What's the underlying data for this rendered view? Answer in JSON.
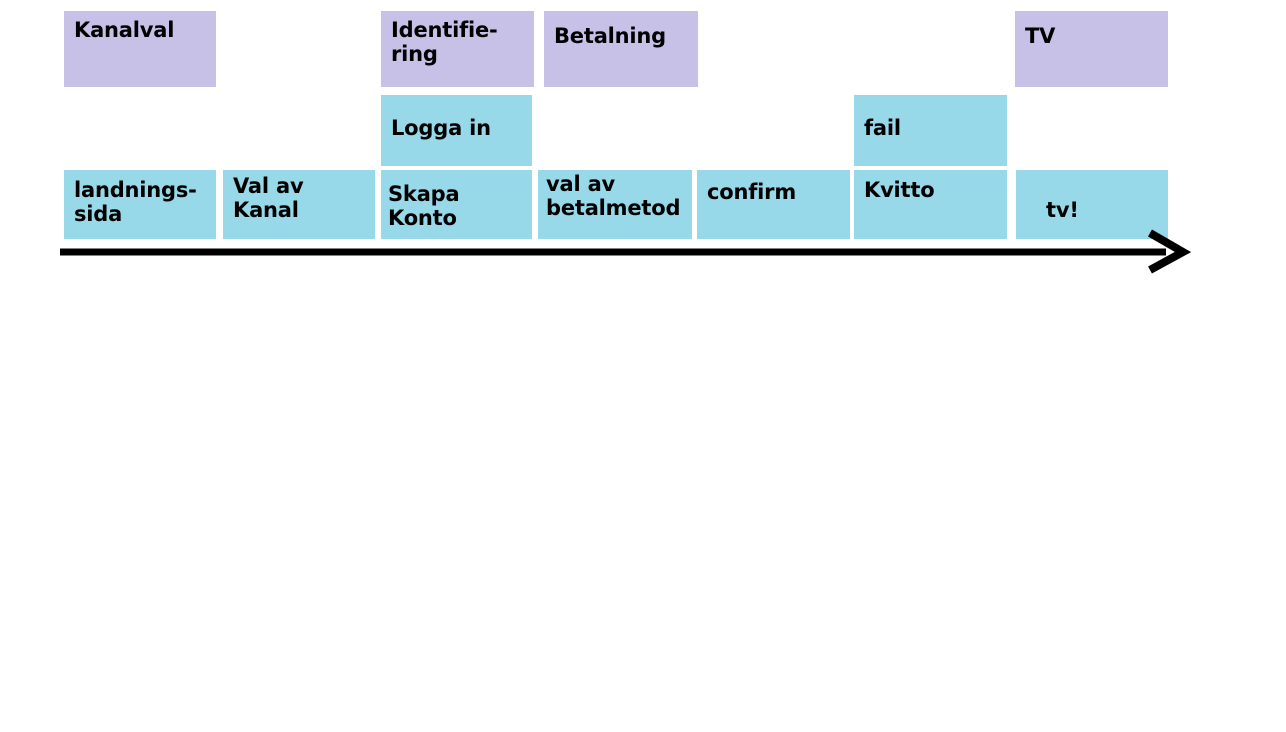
{
  "diagram": {
    "title": "Kanalval / Identifiering / Betalning / TV user journey",
    "colors": {
      "phase_fill": "#c7c1e8",
      "step_fill": "#97d8e9",
      "arrow": "#000000",
      "background": "#ffffff",
      "text": "#000000"
    },
    "phases": [
      {
        "id": "kanalval",
        "label": "Kanalval"
      },
      {
        "id": "identifiering",
        "label": "Identifie-\nring"
      },
      {
        "id": "betalning",
        "label": "Betalning"
      },
      {
        "id": "tv",
        "label": "TV"
      }
    ],
    "alternate_steps": [
      {
        "id": "logga-in",
        "label": "Logga in"
      },
      {
        "id": "fail",
        "label": "fail"
      }
    ],
    "main_steps": [
      {
        "id": "landningssida",
        "label": "landnings-\nsida"
      },
      {
        "id": "val-av-kanal",
        "label": "Val av\nKanal"
      },
      {
        "id": "skapa-konto",
        "label": "Skapa Konto"
      },
      {
        "id": "val-av-betalmetod",
        "label": "val av\nbetalmetod"
      },
      {
        "id": "confirm",
        "label": "confirm"
      },
      {
        "id": "kvitto",
        "label": "Kvitto"
      },
      {
        "id": "tv-done",
        "label": "tv!"
      }
    ],
    "timeline": {
      "name": "time-arrow",
      "direction": "left-to-right"
    }
  }
}
